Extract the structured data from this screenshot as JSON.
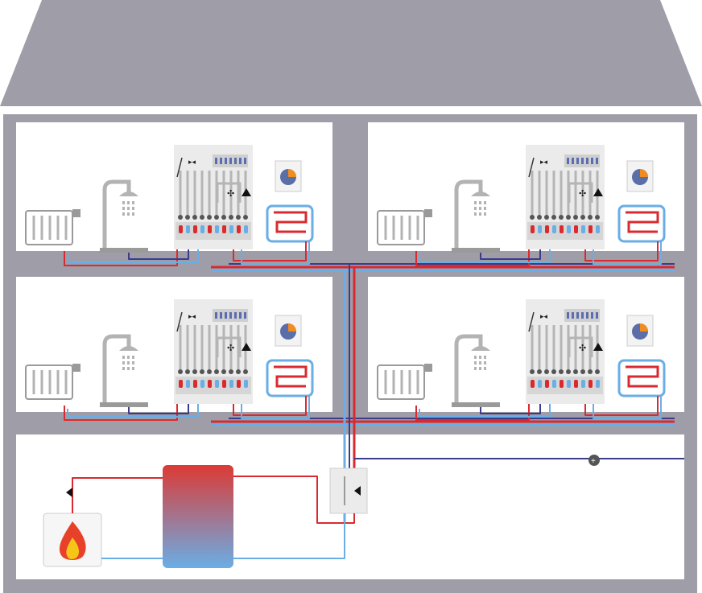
{
  "colors": {
    "building": "#9e9da8",
    "room": "#ffffff",
    "pipe_hot": "#d92b2f",
    "pipe_cold": "#6aaee6",
    "pipe_return": "#3b3c8c",
    "station": "#ebebeb",
    "station_pipe": "#b5b5b5",
    "tank_top": "#dc3a35",
    "tank_bottom": "#6aaee6",
    "flame_outer": "#e8412a",
    "flame_inner": "#f5c518"
  },
  "elements": {
    "roof": "roof",
    "apartments": [
      "apartment-top-left",
      "apartment-top-right",
      "apartment-middle-left",
      "apartment-middle-right"
    ],
    "apartment_parts": [
      "radiator-icon",
      "shower-icon",
      "heat-interface-unit",
      "thermostat-icon",
      "underfloor-heating-coil"
    ],
    "basement_parts": [
      "boiler-flame-icon",
      "buffer-storage-tank",
      "central-pump-unit",
      "meter-connection-icon"
    ]
  }
}
